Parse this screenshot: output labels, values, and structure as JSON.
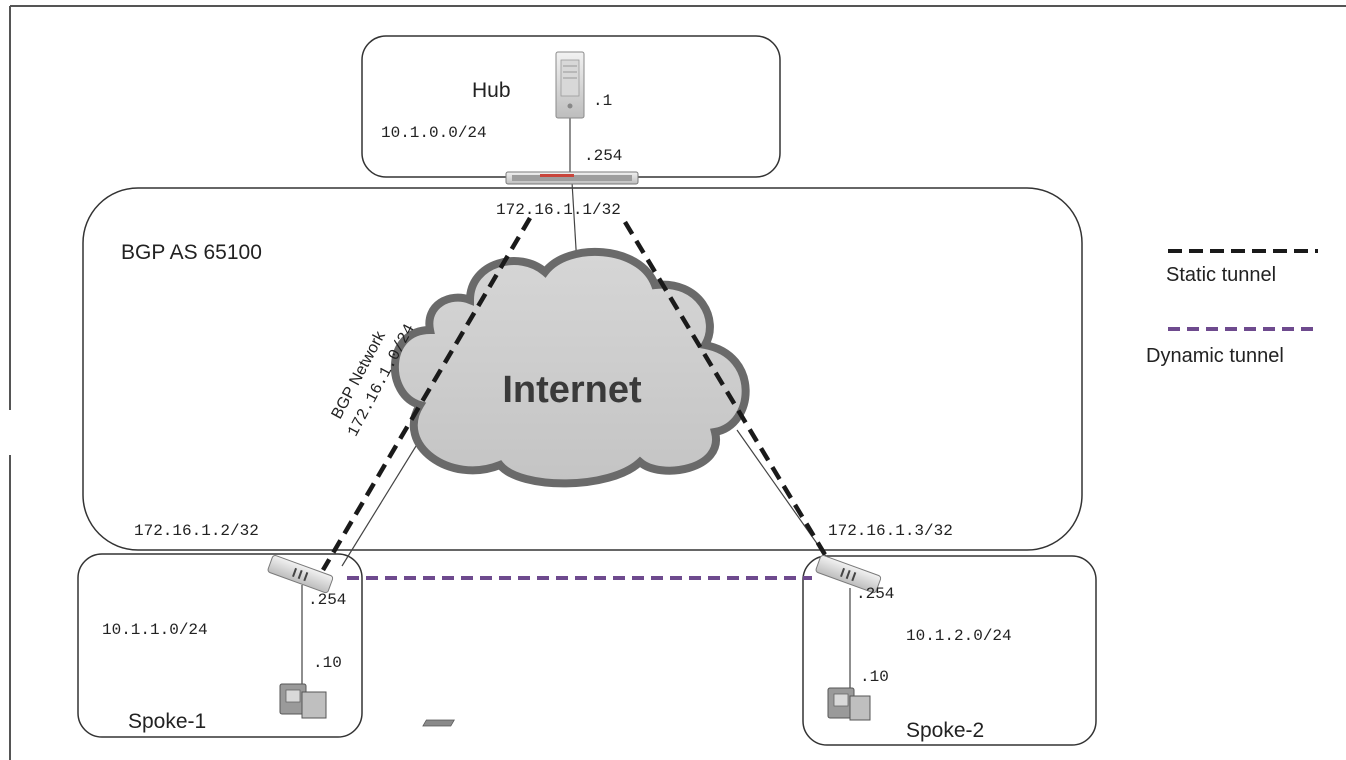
{
  "hub": {
    "label": "Hub",
    "lan_subnet": "10.1.0.0/24",
    "server_host": ".1",
    "lan_gw": ".254",
    "tunnel_ip": "172.16.1.1/32"
  },
  "bgp": {
    "as_label": "BGP AS 65100",
    "network_title": "BGP Network",
    "network_cidr": "172.16.1.0/24"
  },
  "cloud": {
    "label": "Internet"
  },
  "spoke1": {
    "label": "Spoke-1",
    "lan_subnet": "10.1.1.0/24",
    "lan_gw": ".254",
    "pc_host": ".10",
    "tunnel_ip": "172.16.1.2/32"
  },
  "spoke2": {
    "label": "Spoke-2",
    "lan_subnet": "10.1.2.0/24",
    "lan_gw": ".254",
    "pc_host": ".10",
    "tunnel_ip": "172.16.1.3/32"
  },
  "legend": {
    "static": {
      "label": "Static tunnel",
      "color": "#1a1a1a"
    },
    "dynamic": {
      "label": "Dynamic tunnel",
      "color": "#6e4a8e"
    }
  }
}
